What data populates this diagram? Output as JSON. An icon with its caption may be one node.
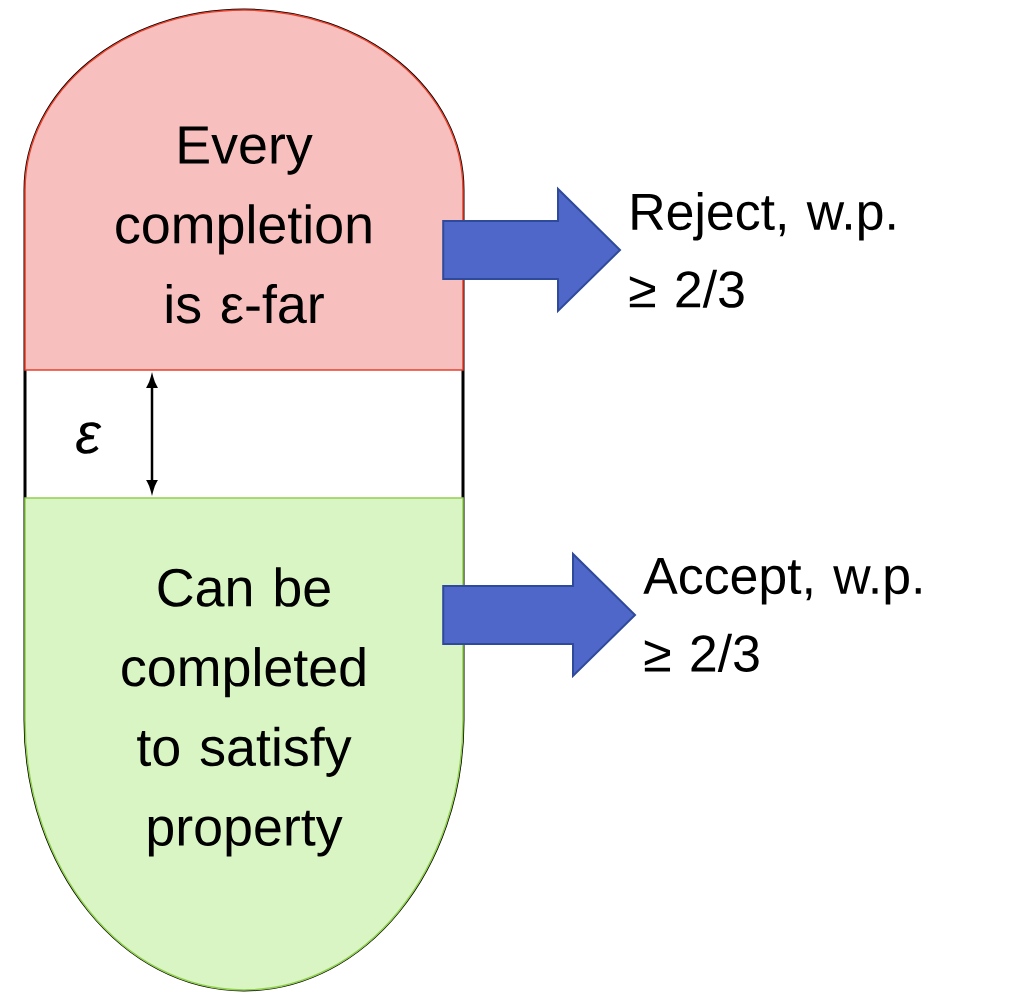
{
  "diagram": {
    "nodes": [
      {
        "text": [
          "Every completion is ε-far"
        ]
      },
      {
        "text": [
          "Can be completed to satisfy property"
        ]
      },
      {
        "text": [
          "Reject, w.p. ≥ 2/3"
        ]
      },
      {
        "text": [
          "Accept, w.p. ≥ 2/3"
        ]
      }
    ],
    "edges": [
      {
        "from": 0,
        "to": 2,
        "arrow": "to"
      },
      {
        "from": 1,
        "to": 3,
        "arrow": "to"
      }
    ],
    "labels": [
      "ε"
    ]
  }
}
